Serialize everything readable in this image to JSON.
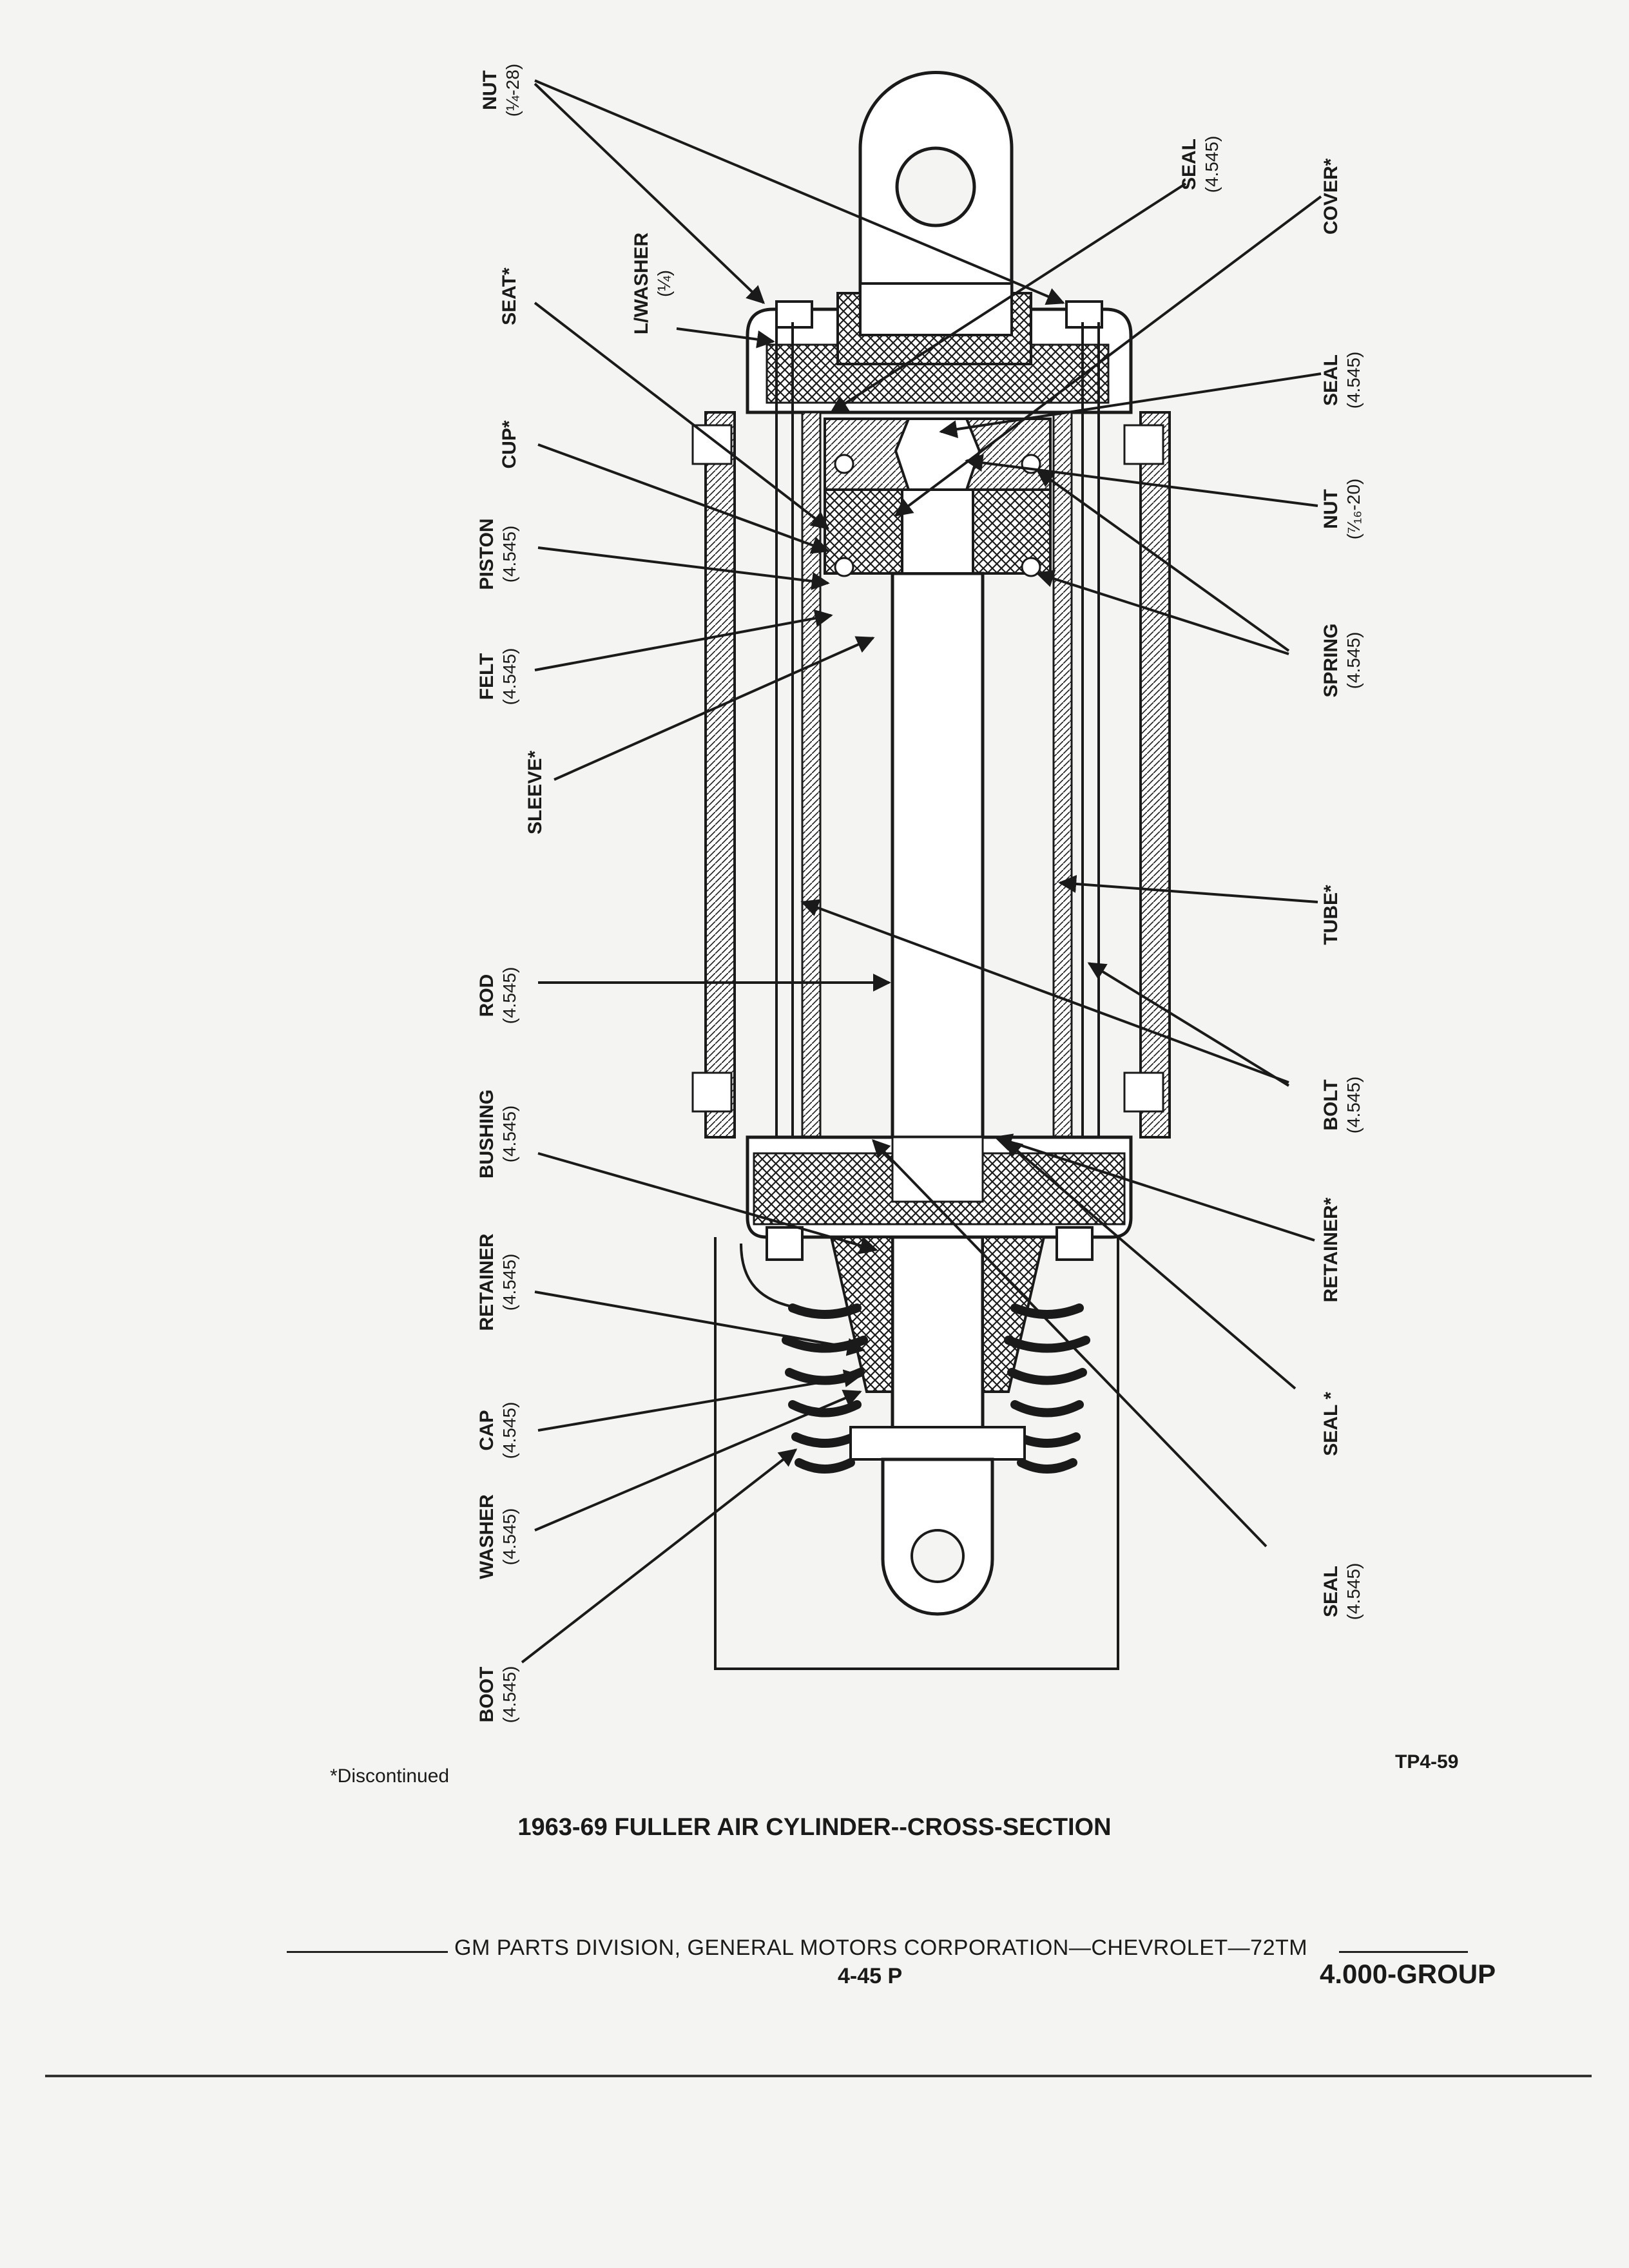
{
  "callouts": {
    "nut_quarter": {
      "name": "NUT",
      "spec": "(¼-28)"
    },
    "seat": {
      "name": "SEAT*",
      "spec": ""
    },
    "lwasher": {
      "name": "L/WASHER",
      "spec": "(¼)"
    },
    "cup": {
      "name": "CUP*",
      "spec": ""
    },
    "piston": {
      "name": "PISTON",
      "spec": "(4.545)"
    },
    "felt": {
      "name": "FELT",
      "spec": "(4.545)"
    },
    "sleeve": {
      "name": "SLEEVE*",
      "spec": ""
    },
    "rod": {
      "name": "ROD",
      "spec": "(4.545)"
    },
    "bushing": {
      "name": "BUSHING",
      "spec": "(4.545)"
    },
    "retainer_left": {
      "name": "RETAINER",
      "spec": "(4.545)"
    },
    "cap": {
      "name": "CAP",
      "spec": "(4.545)"
    },
    "washer": {
      "name": "WASHER",
      "spec": "(4.545)"
    },
    "boot": {
      "name": "BOOT",
      "spec": "(4.545)"
    },
    "seal_top": {
      "name": "SEAL",
      "spec": "(4.545)"
    },
    "cover": {
      "name": "COVER*",
      "spec": ""
    },
    "seal_upper": {
      "name": "SEAL",
      "spec": "(4.545)"
    },
    "nut_716": {
      "name": "NUT",
      "spec": "(⁷⁄₁₆-20)"
    },
    "spring": {
      "name": "SPRING",
      "spec": "(4.545)"
    },
    "tube": {
      "name": "TUBE*",
      "spec": ""
    },
    "bolt": {
      "name": "BOLT",
      "spec": "(4.545)"
    },
    "retainer_right": {
      "name": "RETAINER*",
      "spec": ""
    },
    "seal_mid": {
      "name": "SEAL *",
      "spec": ""
    },
    "seal_bottom": {
      "name": "SEAL",
      "spec": "(4.545)"
    }
  },
  "footnote": "*Discontinued",
  "figure_code": "TP4-59",
  "caption": "1963-69 FULLER AIR CYLINDER--CROSS-SECTION",
  "footer": {
    "division": "GM PARTS DIVISION, GENERAL MOTORS CORPORATION—CHEVROLET—72TM",
    "page": "4-45 P",
    "group": "4.000-GROUP"
  }
}
